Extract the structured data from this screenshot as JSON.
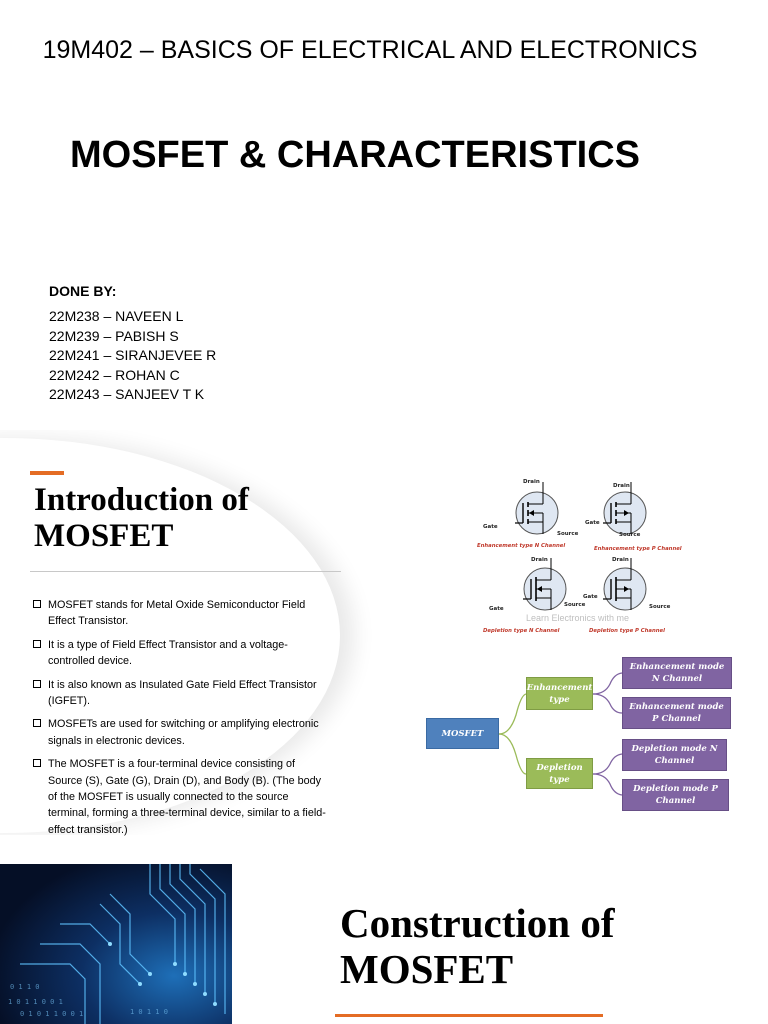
{
  "title_slide": {
    "course": "19M402 – BASICS OF ELECTRICAL AND ELECTRONICS",
    "title": "MOSFET & CHARACTERISTICS",
    "done_by_label": "DONE BY:",
    "members": [
      "22M238 – NAVEEN L",
      "22M239 – PABISH S",
      "22M241 – SIRANJEVEE R",
      "22M242 – ROHAN C",
      "22M243 – SANJEEV T K"
    ]
  },
  "intro_slide": {
    "title": "Introduction of MOSFET",
    "bullets": [
      "MOSFET stands for Metal Oxide Semiconductor Field Effect Transistor.",
      "It is a type of Field Effect Transistor and a voltage-controlled device.",
      "It is also known as Insulated Gate Field Effect Transistor (IGFET).",
      "MOSFETs are used for switching or amplifying electronic signals in electronic devices.",
      "The MOSFET is a four-terminal device consisting of Source (S), Gate (G), Drain (D), and Body (B). (The body of the MOSFET is usually connected to the source terminal, forming a three-terminal device, similar to a field-effect transistor.)"
    ],
    "symbols": {
      "terminal_labels": {
        "drain": "Drain",
        "gate": "Gate",
        "source": "Source"
      },
      "captions": [
        "Enhancement type N Channel",
        "Enhancement type P Channel",
        "Depletion type N Channel",
        "Depletion type P Channel"
      ],
      "watermark": "Learn Electronics with me"
    },
    "classification": {
      "root": "MOSFET",
      "enhancement": "Enhancement type",
      "depletion": "Depletion type",
      "enh_n": "Enhancement mode N Channel",
      "enh_p": "Enhancement mode P Channel",
      "dep_n": "Depletion mode N Channel",
      "dep_p": "Depletion mode P Channel"
    }
  },
  "construction_slide": {
    "title": "Construction of MOSFET"
  },
  "colors": {
    "accent": "#e46c24",
    "mosfet_box": "#4f81bd",
    "type_box": "#9bbb59",
    "mode_box": "#8064a2",
    "caption_red": "#c0392b"
  }
}
